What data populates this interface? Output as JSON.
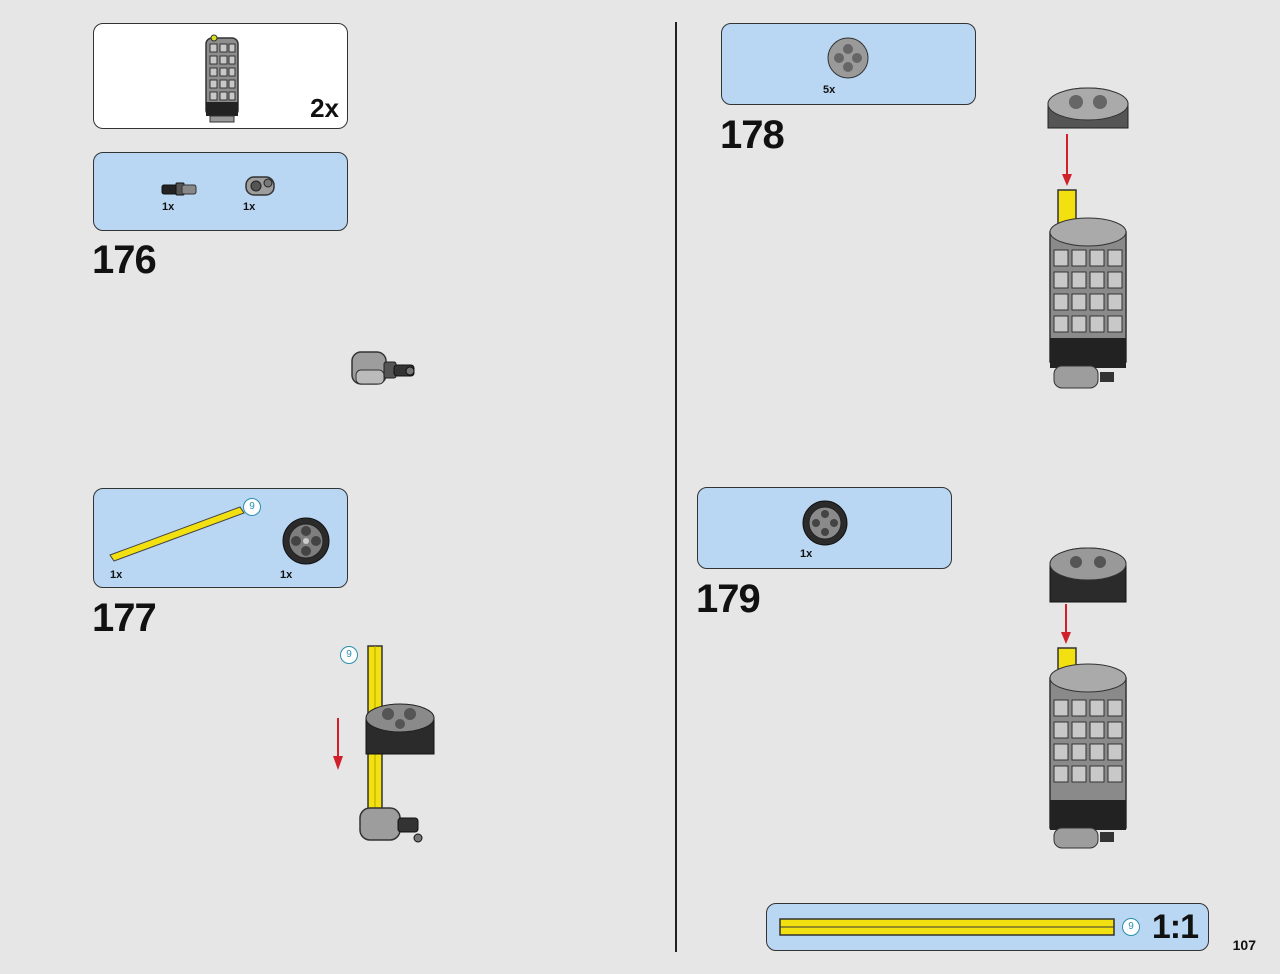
{
  "subassembly": {
    "multiplier": "2x"
  },
  "steps": [
    {
      "number": "176",
      "parts": [
        {
          "qty": "1x",
          "part": "pin-axle"
        },
        {
          "qty": "1x",
          "part": "axle-connector"
        }
      ]
    },
    {
      "number": "177",
      "parts": [
        {
          "qty": "1x",
          "part": "yellow-axle",
          "length": "9"
        },
        {
          "qty": "1x",
          "part": "gear-hub"
        }
      ],
      "callout_length": "9"
    },
    {
      "number": "178",
      "parts": [
        {
          "qty": "5x",
          "part": "gear-hub-gray"
        }
      ]
    },
    {
      "number": "179",
      "parts": [
        {
          "qty": "1x",
          "part": "gear-hub"
        }
      ]
    }
  ],
  "scale_box": {
    "length": "9",
    "label": "1:1"
  },
  "page_number": "107",
  "colors": {
    "callout_blue": "#b9d6f2",
    "axle_yellow": "#f2e010",
    "arrow_red": "#d0202a"
  }
}
